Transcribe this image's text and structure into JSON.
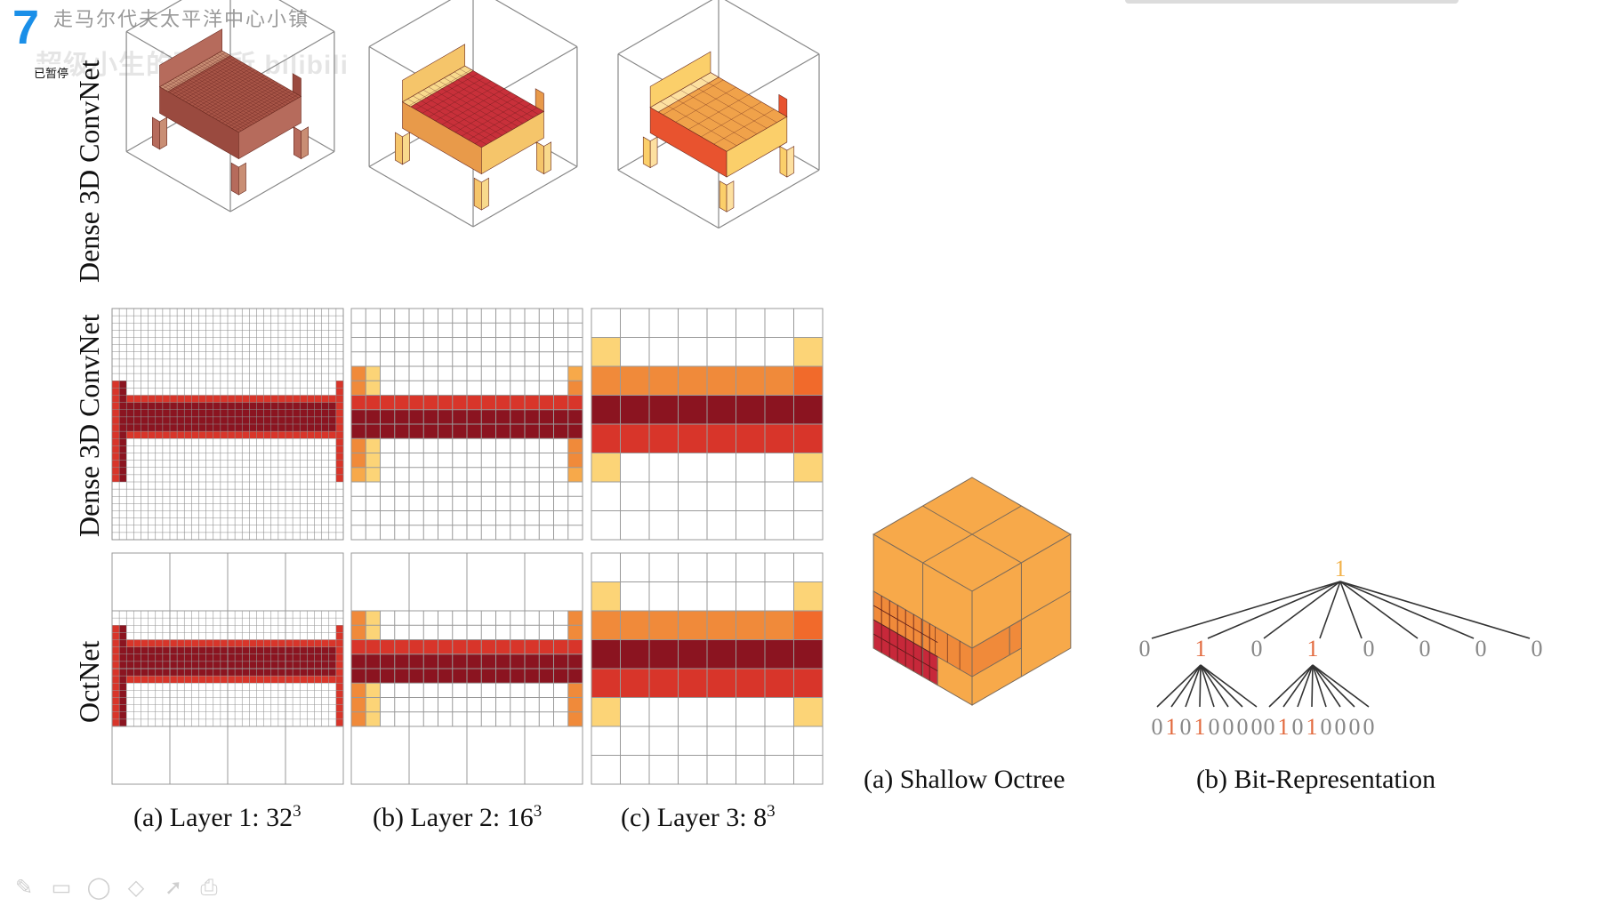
{
  "overlay": {
    "logo": "7",
    "top_caption": "走马尔代夫太平洋中心小镇",
    "watermark": "超级小生的研究所 bilibili",
    "paused_badge": "已暂停"
  },
  "figure": {
    "row_labels": [
      "Dense 3D ConvNet",
      "Dense 3D ConvNet",
      "OctNet"
    ],
    "column_captions": [
      {
        "text": "(a) Layer 1: 32",
        "sup": "3"
      },
      {
        "text": "(b) Layer 2: 16",
        "sup": "3"
      },
      {
        "text": "(c) Layer 3: 8",
        "sup": "3"
      }
    ],
    "octree_caption": "(a) Shallow Octree",
    "bitrep_caption": "(b) Bit-Representation",
    "bit_tree": {
      "root": "1",
      "level1": [
        "0",
        "1",
        "0",
        "1",
        "0",
        "0",
        "0",
        "0"
      ],
      "level2": [
        [
          "0",
          "1",
          "0",
          "1",
          "0",
          "0",
          "0",
          "0"
        ],
        [
          "0",
          "1",
          "0",
          "1",
          "0",
          "0",
          "0",
          "0"
        ]
      ]
    },
    "colors": {
      "dark_red": "#8b1420",
      "red": "#d8352a",
      "orange": "#f08a3a",
      "light_orange": "#f7a94a",
      "pale_yellow": "#fcd477",
      "grid_line": "#8a8a8a",
      "bit_one": "#e26a3e",
      "bit_root": "#f2b24a"
    }
  },
  "toolbar": {
    "icons": [
      "pen-icon",
      "whiteboard-icon",
      "lasso-icon",
      "eraser-icon",
      "pointer-icon",
      "camera-icon"
    ]
  }
}
